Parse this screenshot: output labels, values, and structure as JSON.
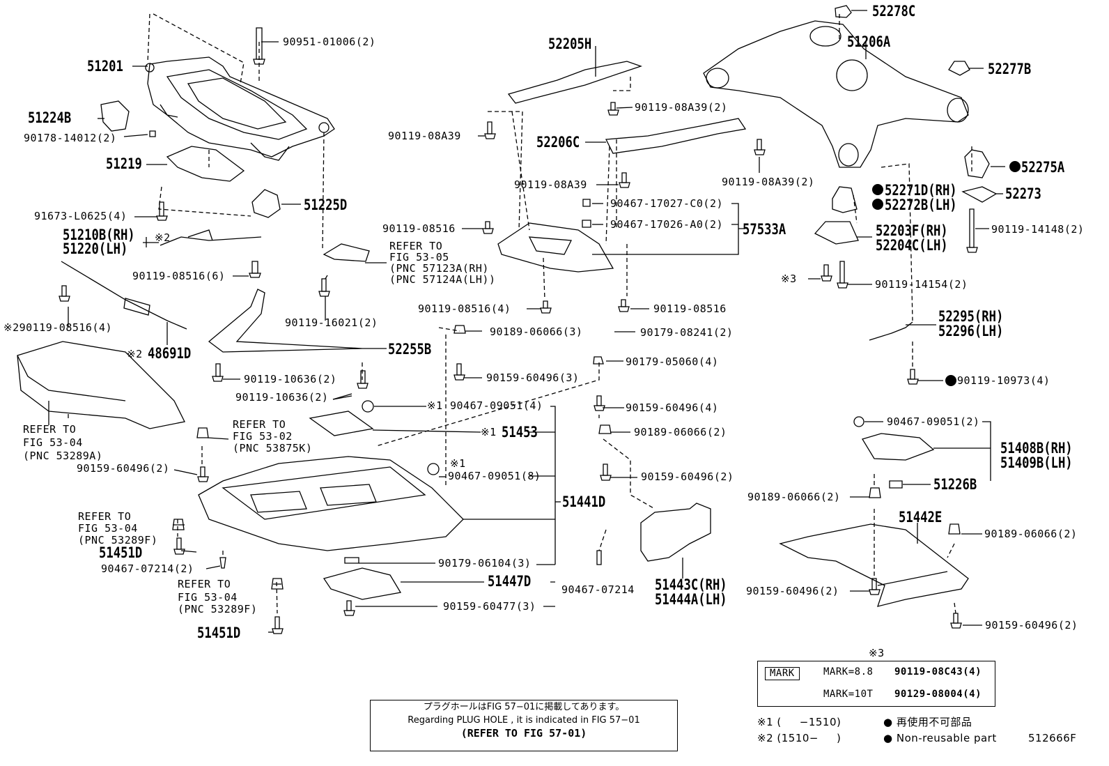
{
  "labels": {
    "p51201": "51201",
    "p90951": "90951-01006(2)",
    "p51224b": "51224B",
    "p90178": "90178-14012(2)",
    "p51219": "51219",
    "p91673": "91673-L0625(4)",
    "p51225d": "51225D",
    "p51210b": "51210B(RH)",
    "p51220": "51220(LH)",
    "p_note2_top": "※2",
    "p90119_08516_6": "90119-08516(6)",
    "p_note2_bolt": "※290119-08516(4)",
    "p48691d": "48691D",
    "p_note2_48691": "※2",
    "ref_5305_a": "REFER TO",
    "ref_5305_b": "FIG 53-05",
    "ref_5305_c": "(PNC 57123A(RH)",
    "ref_5305_d": "(PNC 57124A(LH))",
    "p90119_16021": "90119-16021(2)",
    "p52255b": "52255B",
    "p90119_10636_a": "90119-10636(2)",
    "p90119_10636_b": "90119-10636(2)",
    "ref_5304_a1": "REFER TO",
    "ref_5304_a2": "FIG 53-04",
    "ref_5304_a3": "(PNC 53289A)",
    "ref_5302_1": "REFER TO",
    "ref_5302_2": "FIG 53-02",
    "ref_5302_3": "(PNC 53875K)",
    "p90159_60496_2a": "90159-60496(2)",
    "ref_5304_f1": "REFER TO",
    "ref_5304_f2": "FIG 53-04",
    "ref_5304_f3": "(PNC 53289F)",
    "p51451d_a": "51451D",
    "p90467_07214_2": "90467-07214(2)",
    "ref_5304_g1": "REFER TO",
    "ref_5304_g2": "FIG 53-04",
    "ref_5304_g3": "(PNC 53289F)",
    "p51451d_b": "51451D",
    "p52205h": "52205H",
    "p90119_08a39_2a": "90119-08A39(2)",
    "p90119_08a39": "90119-08A39",
    "p52206c": "52206C",
    "p90119_08a39_2b": "90119-08A39(2)",
    "p90119_08a39_c": "90119-08A39",
    "p90467_17027": "90467-17027-C0(2)",
    "p90467_17026": "90467-17026-A0(2)",
    "p57533a": "57533A",
    "p90119_08516_l": "90119-08516",
    "p90119_08516_4": "90119-08516(4)",
    "p90119_08516_r": "90119-08516",
    "p90189_06066_3": "90189-06066(3)",
    "p90179_08241": "90179-08241(2)",
    "p90159_60496_3": "90159-60496(3)",
    "p90179_05060": "90179-05060(4)",
    "p_note1_a": "※1",
    "p90467_09051_4": "90467-09051(4)",
    "p90159_60496_4": "90159-60496(4)",
    "p_note1_b": "※1",
    "p51453": "51453",
    "p90189_06066_2a": "90189-06066(2)",
    "p_note1_c": "※1",
    "p90467_09051_8": "90467-09051(8)",
    "p90159_60496_2b": "90159-60496(2)",
    "p51441d": "51441D",
    "p90179_06104": "90179-06104(3)",
    "p51447d": "51447D",
    "p90467_07214": "90467-07214",
    "p90159_60477": "90159-60477(3)",
    "p51443c": "51443C(RH)",
    "p51444a": "51444A(LH)",
    "p52278c": "52278C",
    "p51206a": "51206A",
    "p52277b": "52277B",
    "p52275a": "52275A",
    "p52271d": "52271D(RH)",
    "p52272b": "52272B(LH)",
    "p52273": "52273",
    "p52203f": "52203F(RH)",
    "p52204c": "52204C(LH)",
    "p90119_14148": "90119-14148(2)",
    "p_note3": "※3",
    "p90119_14154": "90119-14154(2)",
    "p52295": "52295(RH)",
    "p52296": "52296(LH)",
    "p90119_10973": "90119-10973(4)",
    "p90467_09051_2": "90467-09051(2)",
    "p51408b": "51408B(RH)",
    "p51409b": "51409B(LH)",
    "p51226b": "51226B",
    "p90189_06066_2b": "90189-06066(2)",
    "p51442e": "51442E",
    "p90189_06066_2c": "90189-06066(2)",
    "p90159_60496_2c": "90159-60496(2)",
    "p90159_60496_2d": "90159-60496(2)"
  },
  "notes": {
    "line_jp": "プラグホールはFIG 57−01に掲載してあります。",
    "line_en": "Regarding PLUG HOLE , it is indicated in FIG 57−01",
    "line_ref": "(REFER TO FIG 57-01)"
  },
  "mark_table": {
    "caption": "※3",
    "header": "MARK",
    "row1_mark": "MARK=8.8",
    "row1_part": "90119-08C43(4)",
    "row2_mark": "MARK=10T",
    "row2_part": "90129-08004(4)"
  },
  "legend": {
    "note1": "※1 (　  −1510)",
    "note2": "※2 (1510−　  )",
    "nonreuse_jp": "● 再使用不可部品",
    "nonreuse_en": "● Non-reusable part",
    "fig_code": "512666F"
  }
}
